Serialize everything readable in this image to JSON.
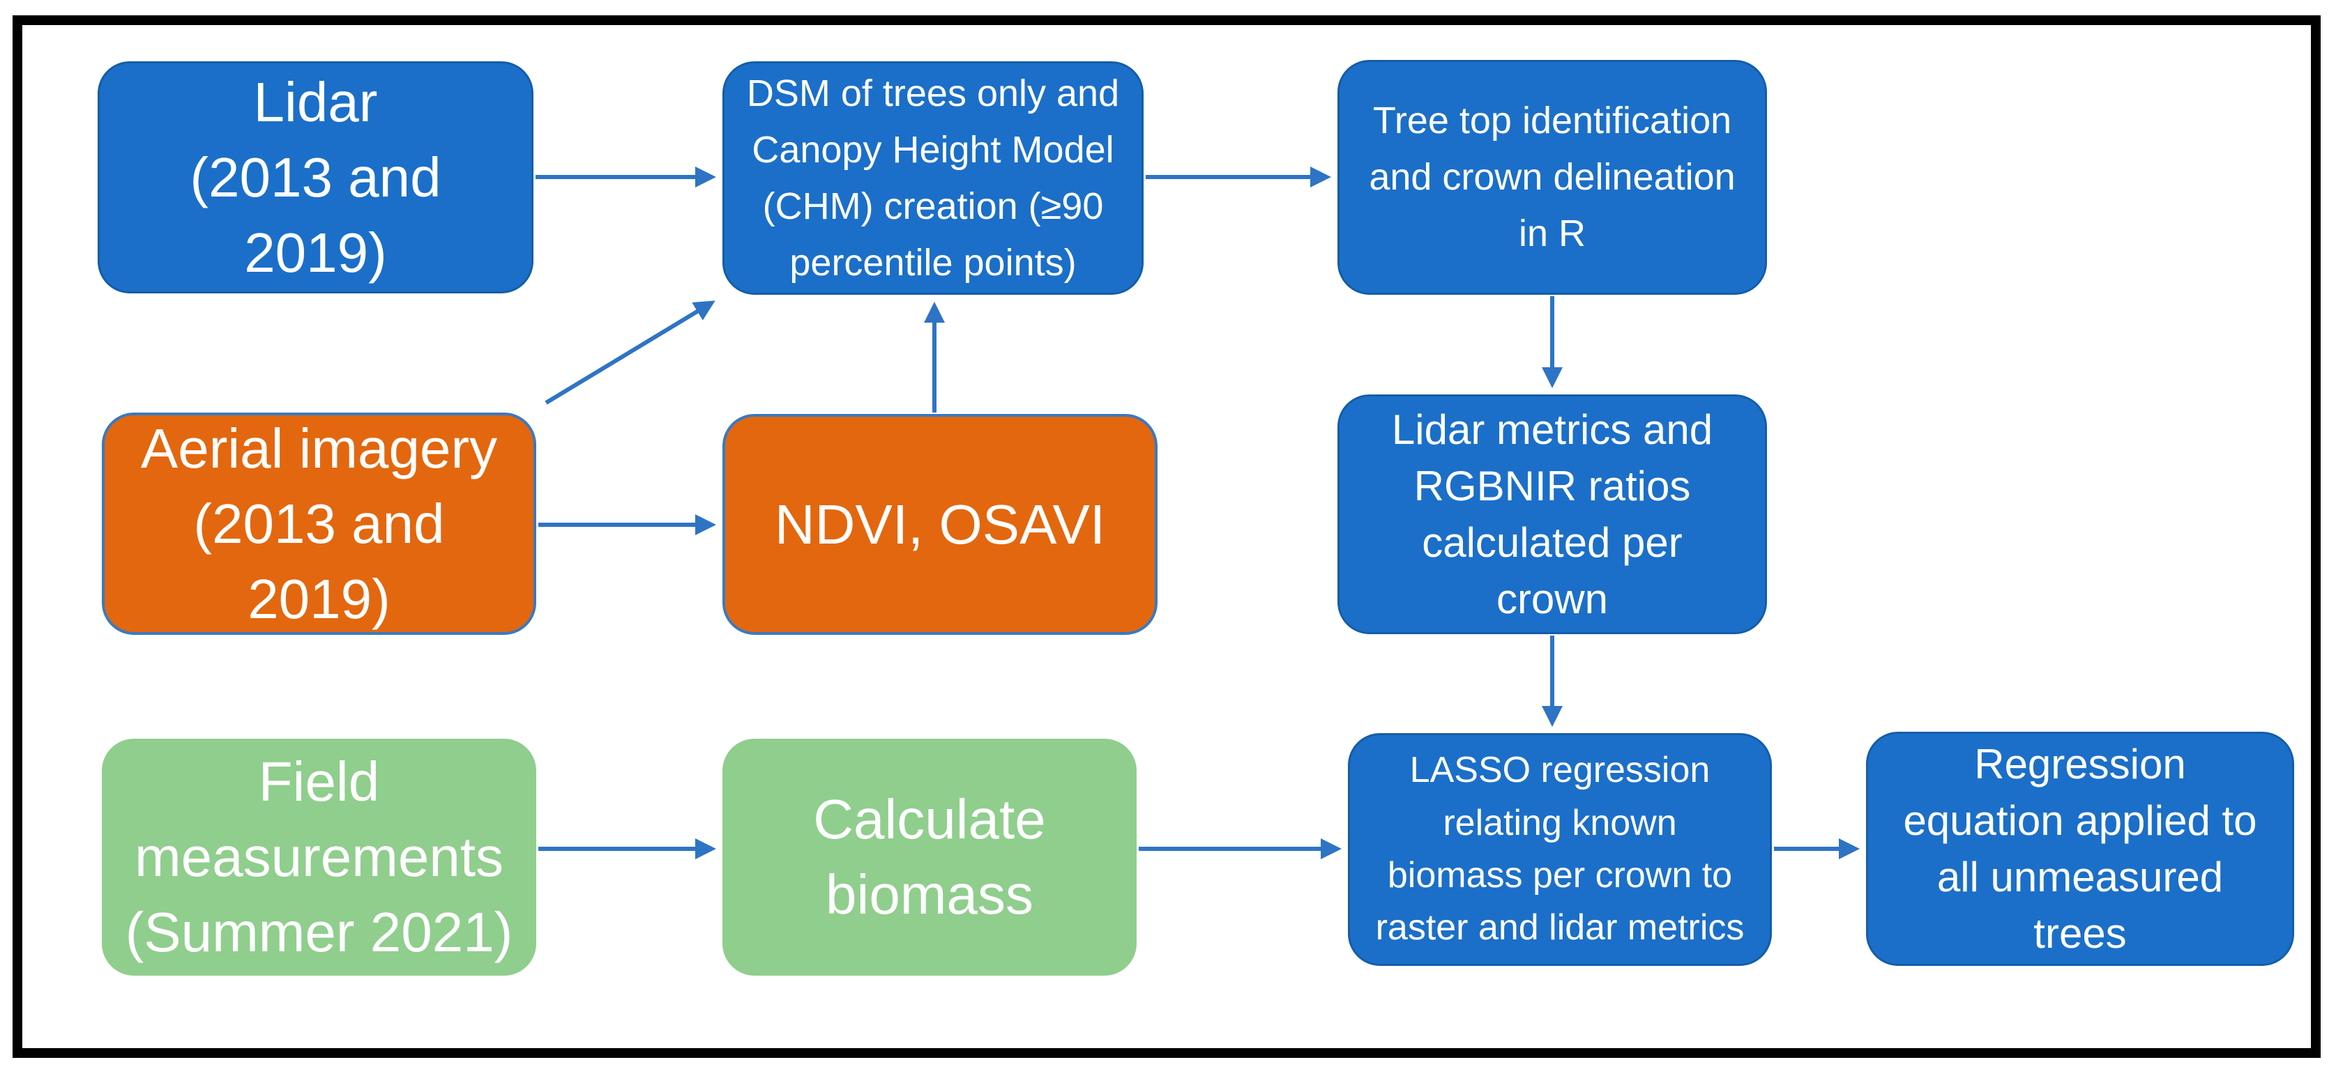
{
  "colors": {
    "blue": "#1b6fc8",
    "orange": "#e3670e",
    "green": "#90ce8d",
    "arrow": "#2e74c4",
    "node-text": "#ffffff",
    "frame": "#000000",
    "background": "#ffffff"
  },
  "nodes": [
    {
      "id": "lidar",
      "color": "blue",
      "label": "Lidar\n(2013 and\n2019)"
    },
    {
      "id": "dsm",
      "color": "blue",
      "label": "DSM of trees only and\nCanopy Height Model\n(CHM) creation (≥90\npercentile points)"
    },
    {
      "id": "treetop",
      "color": "blue",
      "label": "Tree top identification\nand crown delineation\nin R"
    },
    {
      "id": "aerial",
      "color": "orange",
      "label": "Aerial imagery\n(2013 and\n2019)"
    },
    {
      "id": "ndvi",
      "color": "orange",
      "label": "NDVI, OSAVI"
    },
    {
      "id": "metrics",
      "color": "blue",
      "label": "Lidar metrics and\nRGBNIR ratios\ncalculated per\ncrown"
    },
    {
      "id": "field",
      "color": "green",
      "label": "Field\nmeasurements\n(Summer 2021)"
    },
    {
      "id": "calc",
      "color": "green",
      "label": "Calculate\nbiomass"
    },
    {
      "id": "lasso",
      "color": "blue",
      "label": "LASSO regression\nrelating known\nbiomass per crown to\nraster and lidar metrics"
    },
    {
      "id": "regression",
      "color": "blue",
      "label": "Regression\nequation applied to\nall unmeasured\ntrees"
    }
  ],
  "edges": [
    {
      "from": "lidar",
      "to": "dsm"
    },
    {
      "from": "dsm",
      "to": "treetop"
    },
    {
      "from": "aerial",
      "to": "dsm"
    },
    {
      "from": "aerial",
      "to": "ndvi"
    },
    {
      "from": "ndvi",
      "to": "dsm"
    },
    {
      "from": "treetop",
      "to": "metrics"
    },
    {
      "from": "metrics",
      "to": "lasso"
    },
    {
      "from": "field",
      "to": "calc"
    },
    {
      "from": "calc",
      "to": "lasso"
    },
    {
      "from": "lasso",
      "to": "regression"
    }
  ]
}
